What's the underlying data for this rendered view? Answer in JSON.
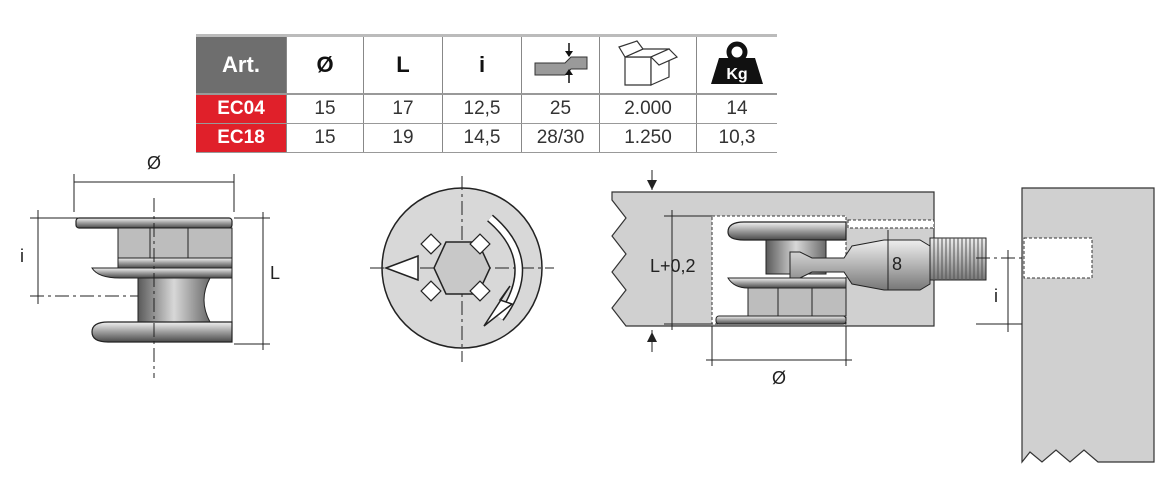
{
  "table": {
    "headers": [
      "Art.",
      "Ø",
      "L",
      "i"
    ],
    "header_icons": [
      "thickness-icon",
      "box-icon",
      "weight-kg-icon"
    ],
    "weight_icon_text": "Kg",
    "rows": [
      {
        "art": "EC04",
        "cells": [
          "15",
          "17",
          "12,5",
          "25",
          "2.000",
          "14"
        ]
      },
      {
        "art": "EC18",
        "cells": [
          "15",
          "19",
          "14,5",
          "28/30",
          "1.250",
          "10,3"
        ]
      }
    ]
  },
  "side_view": {
    "diameter_label": "Ø",
    "height_label": "i",
    "length_label": "L"
  },
  "assembly": {
    "depth_label": "L+0,2",
    "bolt_label": "8",
    "diameter_label": "Ø",
    "offset_label": "i"
  },
  "colors": {
    "accent_red": "#e0202a",
    "header_gray": "#6e6e6e",
    "panel_gray": "#d0d0d0"
  }
}
